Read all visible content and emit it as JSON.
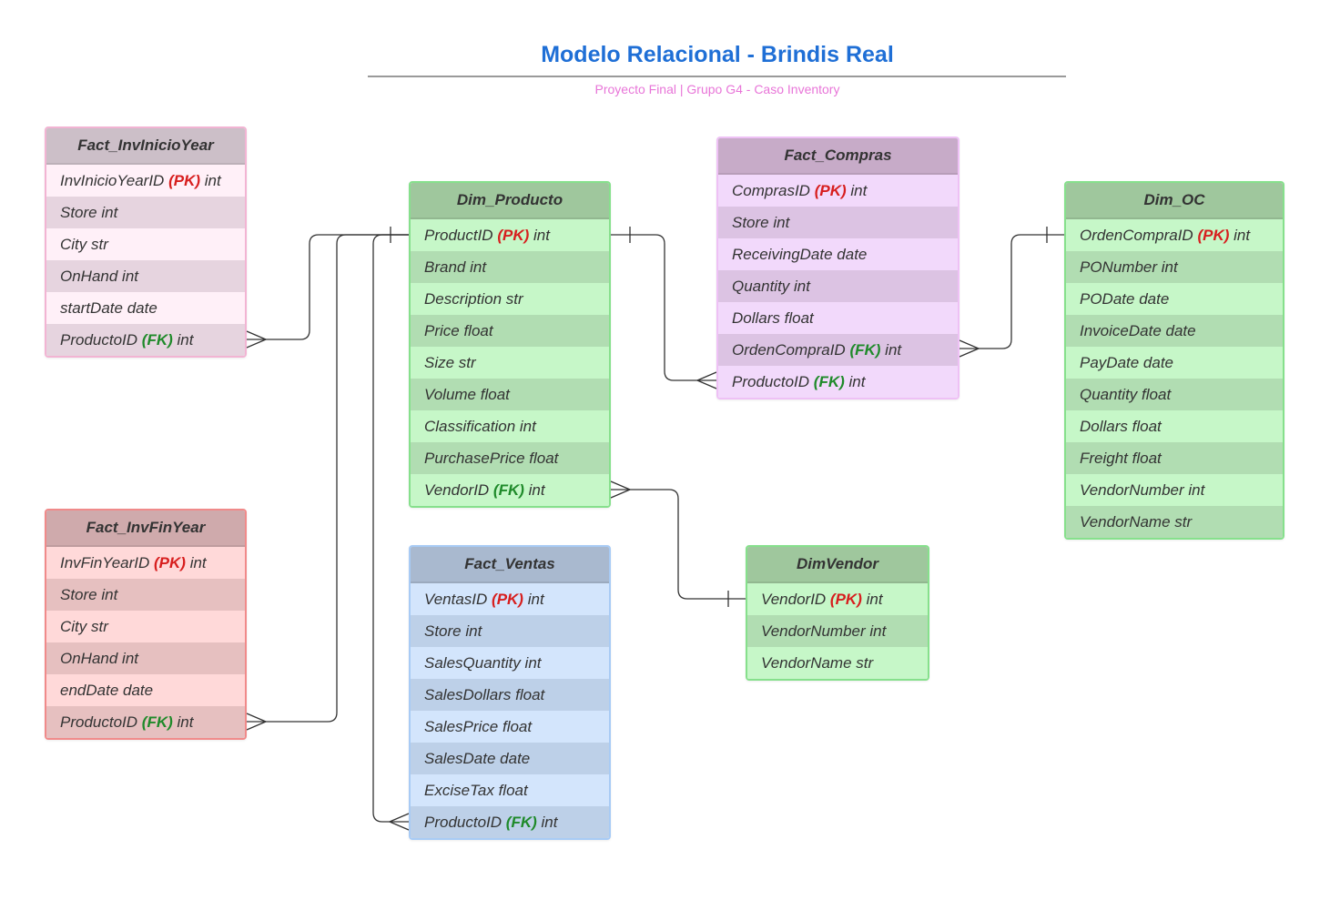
{
  "diagram": {
    "title": "Modelo Relacional  - Brindis Real",
    "subtitle": "Proyecto Final  | Grupo G4 - Caso Inventory"
  },
  "key_markers": {
    "pk": "(PK)",
    "fk": "(FK)"
  },
  "colors": {
    "title": "#1f6fd6",
    "subtitle": "#e875d8",
    "pk": "#d71e1e",
    "fk": "#1f8a2a",
    "line": "#333333"
  },
  "tables": {
    "fact_invinicio": {
      "name": "Fact_InvInicioYear",
      "fields": [
        {
          "name": "InvInicioYearID",
          "key": "(PK)",
          "type": "int"
        },
        {
          "name": "Store int"
        },
        {
          "name": "City str"
        },
        {
          "name": "OnHand int"
        },
        {
          "name": "startDate date"
        },
        {
          "name": "ProductoID",
          "key": "(FK)",
          "type": "int"
        }
      ]
    },
    "fact_invfin": {
      "name": "Fact_InvFinYear",
      "fields": [
        {
          "name": "InvFinYearID",
          "key": "(PK)",
          "type": "int"
        },
        {
          "name": "Store int"
        },
        {
          "name": "City str"
        },
        {
          "name": "OnHand int"
        },
        {
          "name": "endDate date"
        },
        {
          "name": "ProductoID",
          "key": "(FK)",
          "type": "int"
        }
      ]
    },
    "dim_producto": {
      "name": "Dim_Producto",
      "fields": [
        {
          "name": "ProductID",
          "key": "(PK)",
          "type": "int"
        },
        {
          "name": "Brand int"
        },
        {
          "name": "Description str"
        },
        {
          "name": "Price float"
        },
        {
          "name": "Size str"
        },
        {
          "name": "Volume float"
        },
        {
          "name": "Classification int"
        },
        {
          "name": "PurchasePrice float"
        },
        {
          "name": "VendorID",
          "key": "(FK)",
          "type": "int"
        }
      ]
    },
    "fact_ventas": {
      "name": "Fact_Ventas",
      "fields": [
        {
          "name": "VentasID",
          "key": "(PK)",
          "type": "int"
        },
        {
          "name": "Store int"
        },
        {
          "name": "SalesQuantity int"
        },
        {
          "name": "SalesDollars float"
        },
        {
          "name": "SalesPrice float"
        },
        {
          "name": "SalesDate date"
        },
        {
          "name": "ExciseTax float"
        },
        {
          "name": "ProductoID",
          "key": "(FK)",
          "type": "int"
        }
      ]
    },
    "fact_compras": {
      "name": "Fact_Compras",
      "fields": [
        {
          "name": "ComprasID",
          "key": "(PK)",
          "type": "int"
        },
        {
          "name": "Store int"
        },
        {
          "name": "ReceivingDate date"
        },
        {
          "name": "Quantity int"
        },
        {
          "name": "Dollars float"
        },
        {
          "name": "OrdenCompraID",
          "key": "(FK)",
          "type": "int"
        },
        {
          "name": "ProductoID",
          "key": "(FK)",
          "type": "int"
        }
      ]
    },
    "dim_oc": {
      "name": "Dim_OC",
      "fields": [
        {
          "name": "OrdenCompraID",
          "key": "(PK)",
          "type": "int"
        },
        {
          "name": "PONumber int"
        },
        {
          "name": "PODate date"
        },
        {
          "name": "InvoiceDate date"
        },
        {
          "name": "PayDate date"
        },
        {
          "name": "Quantity float"
        },
        {
          "name": "Dollars float"
        },
        {
          "name": "Freight float"
        },
        {
          "name": "VendorNumber int"
        },
        {
          "name": "VendorName str"
        }
      ]
    },
    "dim_vendor": {
      "name": "DimVendor",
      "fields": [
        {
          "name": "VendorID",
          "key": "(PK)",
          "type": "int"
        },
        {
          "name": "VendorNumber int"
        },
        {
          "name": "VendorName str"
        }
      ]
    }
  },
  "relationships": [
    {
      "from": "Dim_Producto.ProductID",
      "to": "Fact_InvInicioYear.ProductoID",
      "cardinality": "one-to-many"
    },
    {
      "from": "Dim_Producto.ProductID",
      "to": "Fact_InvFinYear.ProductoID",
      "cardinality": "one-to-many"
    },
    {
      "from": "Dim_Producto.ProductID",
      "to": "Fact_Ventas.ProductoID",
      "cardinality": "one-to-many"
    },
    {
      "from": "Dim_Producto.ProductID",
      "to": "Fact_Compras.ProductoID",
      "cardinality": "one-to-many"
    },
    {
      "from": "Dim_OC.OrdenCompraID",
      "to": "Fact_Compras.OrdenCompraID",
      "cardinality": "one-to-many"
    },
    {
      "from": "DimVendor.VendorID",
      "to": "Dim_Producto.VendorID",
      "cardinality": "one-to-many"
    }
  ]
}
